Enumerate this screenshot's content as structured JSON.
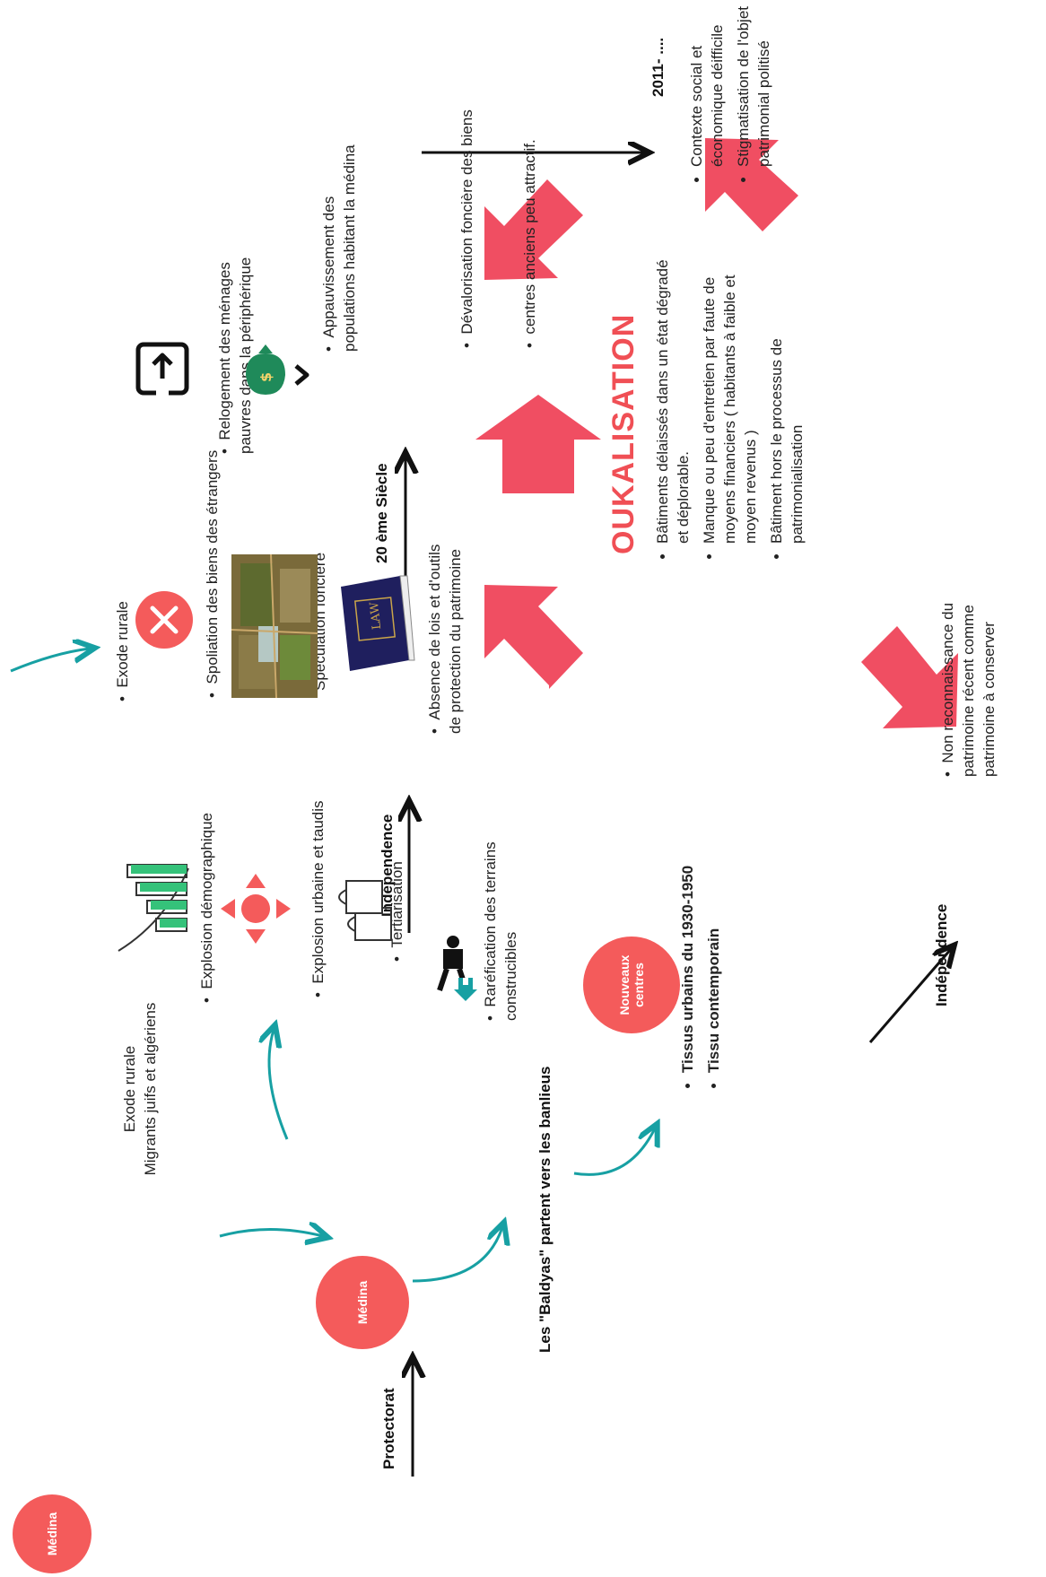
{
  "nodes": {
    "medina_start": "Médina",
    "medina_center": "Médina",
    "nouveaux_centres": "Nouveaux centres"
  },
  "labels": {
    "protectorat": "Protectorat",
    "independence_1": "Indépendence",
    "independence_2": "Indépendence",
    "vingtieme": "20 ème Siècle",
    "date_2011": "2011- ....",
    "baldyas": "Les \"Baldyas\" partent vers les banlieus"
  },
  "inflows": {
    "line1": "Exode rurale",
    "line2": "Migrants juifs et algériens"
  },
  "column1": [
    "Explosion démographique",
    "Explosion urbaine et taudis",
    "Tertiarisation",
    "Raréfication des terrains construcibles"
  ],
  "column2": [
    "Exode rurale",
    "Spoliation  des biens des étrangers",
    "Spéculation foncière",
    "Absence de lois et d'outils de protection du patrimoine"
  ],
  "column3": [
    "Relogement des ménages pauvres dans la périphérique",
    "Appauvissement des populations habitant la médina",
    "Dévalorisation foncière des biens",
    "centres anciens peu attractif."
  ],
  "tissus": [
    "Tissus urbains du 1930-1950",
    "Tissu contemporain"
  ],
  "non_reco": "Non reconnaissance du patrimoine récent comme patrimoine à conserver",
  "context_2011": [
    "Contexte social et économique déifficile",
    "Stigmatisation de l'objet patrimonial politisé"
  ],
  "oukalisation": {
    "title": "OUKALISATION",
    "items": [
      "Bâtiments délaissés dans un état dégradé et déplorable.",
      "Manque ou peu d'entretien par faute de moyens financiers ( habitants à faible et moyen revenus )",
      "Bâtiment hors le processus de patrimonialisation"
    ]
  },
  "icons": {
    "bar-chart-icon": "growth chart",
    "arrows-cross-icon": "expansion",
    "shopping-bags-icon": "commerce",
    "person-icon": "person",
    "house-icon": "house",
    "cancel-x-icon": "cancel",
    "aerial-photo-icon": "aerial land photo",
    "law-book-icon": "LAW",
    "upload-box-icon": "relocation",
    "money-bag-icon": "money"
  },
  "colors": {
    "node": "#f45b5b",
    "accent_title": "#f04f55",
    "big_arrow": "#f04e62",
    "teal": "#17a0a3",
    "green_bars": "#35c27a"
  }
}
